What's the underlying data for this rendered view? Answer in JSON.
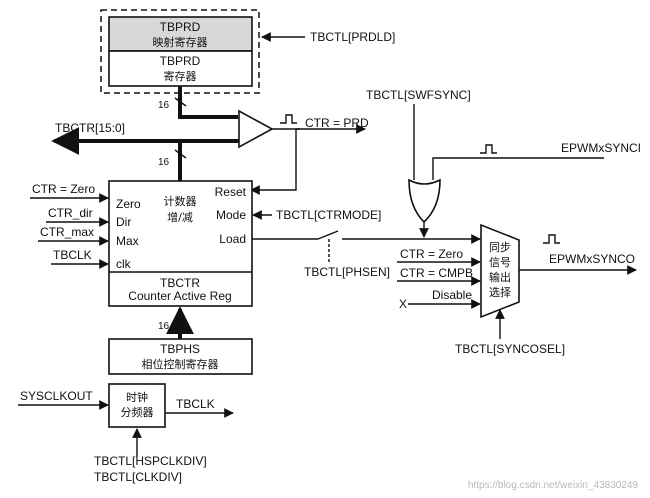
{
  "tbprd_shadow": {
    "name": "TBPRD",
    "sub": "映射寄存器",
    "fill": "#d8d8d8"
  },
  "tbprd_reg": {
    "name": "TBPRD",
    "sub": "寄存器"
  },
  "tbctl_prdld": "TBCTL[PRDLD]",
  "bus_width_16": "16",
  "tbctr_bus": "TBCTR[15:0]",
  "ctr_eq_prd": "CTR = PRD",
  "counter": {
    "inputs": [
      "Zero",
      "Dir",
      "Max",
      "clk"
    ],
    "title": "计数器",
    "subtitle": "增/减",
    "outputs": [
      "Reset",
      "Mode",
      "Load"
    ],
    "reg_name": "TBCTR",
    "reg_desc": "Counter Active Reg"
  },
  "left_inputs": [
    "CTR = Zero",
    "CTR_dir",
    "CTR_max",
    "TBCLK"
  ],
  "tbctl_ctrmode": "TBCTL[CTRMODE]",
  "tbctl_phsen": "TBCTL[PHSEN]",
  "tbphs": {
    "name": "TBPHS",
    "sub": "相位控制寄存器"
  },
  "prescaler": {
    "line1": "时钟",
    "line2": "分频器",
    "input": "SYSCLKOUT",
    "output": "TBCLK"
  },
  "tbctl_hspclkdiv": "TBCTL[HSPCLKDIV]",
  "tbctl_clkdiv": "TBCTL[CLKDIV]",
  "tbctl_swfsync": "TBCTL[SWFSYNC]",
  "epwm_synci": "EPWMxSYNCI",
  "epwm_synco": "EPWMxSYNCO",
  "mux": {
    "inputs": [
      "CTR = Zero",
      "CTR = CMPB",
      "Disable"
    ],
    "x_input": "X",
    "lines": [
      "同步",
      "信号",
      "输出",
      "选择"
    ]
  },
  "tbctl_syncosel": "TBCTL[SYNCOSEL]",
  "watermark": "https://blog.csdn.net/weixin_43830249"
}
